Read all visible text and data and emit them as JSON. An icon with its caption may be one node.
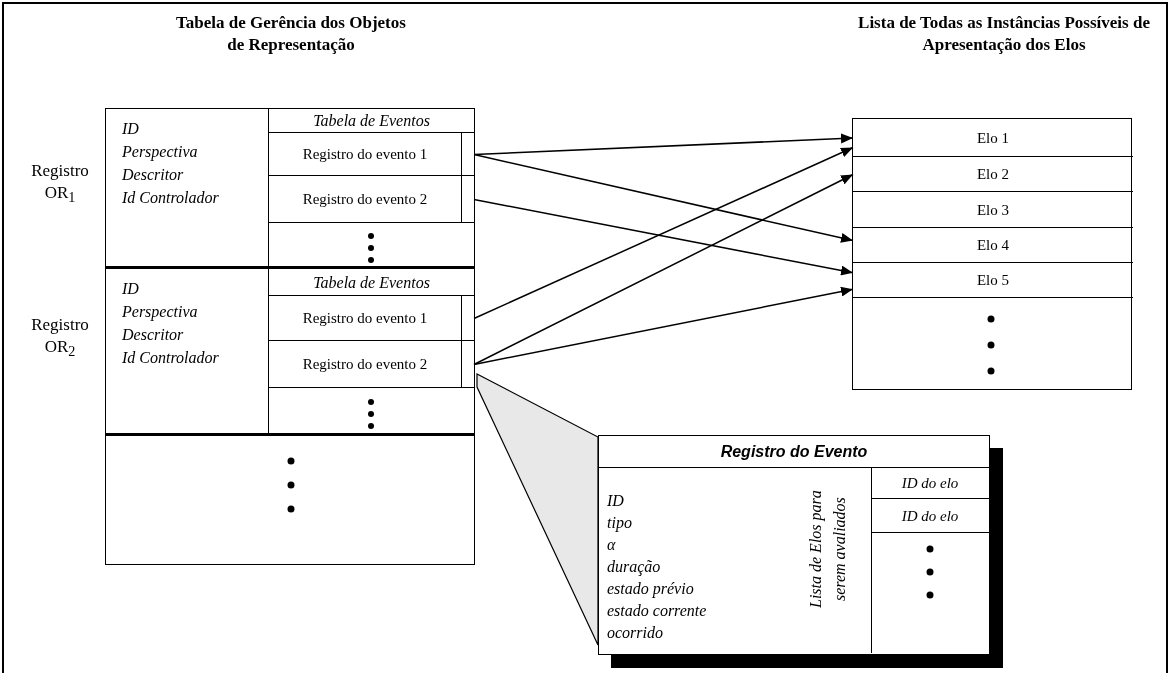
{
  "diagram": {
    "nodes": [
      {
        "text": [
          "Tabela de Gerência dos Objetos de Representação"
        ]
      },
      {
        "text": [],
        "shape": "box",
        "in": 0,
        "beside": [
          "Registro OR$_{1}$"
        ]
      },
      {
        "text": [
          "ID",
          "Perspectiva",
          "Descritor",
          "Id Controlador"
        ],
        "in": 1
      },
      {
        "text": [
          "Tabela de Eventos"
        ],
        "in": 1
      },
      {
        "text": [
          "Registro do evento 1"
        ],
        "in": 3
      },
      {
        "text": [
          "Registro do evento 2"
        ],
        "in": 3
      },
      {
        "text": [],
        "shape": "box",
        "in": 0,
        "beside": [
          "Registro OR$_{2}$"
        ]
      },
      {
        "text": [
          "ID",
          "Perspectiva",
          "Descritor",
          "Id Controlador"
        ],
        "in": 6
      },
      {
        "text": [
          "Tabela de Eventos"
        ],
        "in": 6
      },
      {
        "text": [
          "Registro do evento 1"
        ],
        "in": 8
      },
      {
        "text": [
          "Registro do evento 2"
        ],
        "in": 8
      },
      {
        "text": [
          "Lista de Todas as Instâncias Possíveis de Apresentação dos Elos"
        ]
      },
      {
        "text": [
          "Elo 1"
        ],
        "in": 11
      },
      {
        "text": [
          "Elo 2"
        ],
        "in": 11
      },
      {
        "text": [
          "Elo 3"
        ],
        "in": 11
      },
      {
        "text": [
          "Elo 4"
        ],
        "in": 11
      },
      {
        "text": [
          "Elo 5"
        ],
        "in": 11
      },
      {
        "text": [
          "Registro do Evento"
        ]
      },
      {
        "text": [
          "ID",
          "tipo",
          "α",
          "duração",
          "estado prévio",
          "estado corrente",
          "ocorrido"
        ],
        "in": 17
      },
      {
        "text": [
          "Lista de Elos para serem avaliados"
        ],
        "in": 17
      },
      {
        "text": [
          "ID do elo"
        ],
        "in": 17
      },
      {
        "text": [
          "ID do elo"
        ],
        "in": 17
      },
      {
        "text": [],
        "shape": "callout"
      }
    ],
    "edges": [
      {
        "from": 4,
        "to": 12,
        "arrow": "to"
      },
      {
        "from": 4,
        "to": 15,
        "arrow": "to"
      },
      {
        "from": 5,
        "to": 16,
        "arrow": "to"
      },
      {
        "from": 9,
        "to": 12,
        "arrow": "to"
      },
      {
        "from": 10,
        "to": 13,
        "arrow": "to"
      },
      {
        "from": 10,
        "to": 16,
        "arrow": "to"
      }
    ]
  }
}
